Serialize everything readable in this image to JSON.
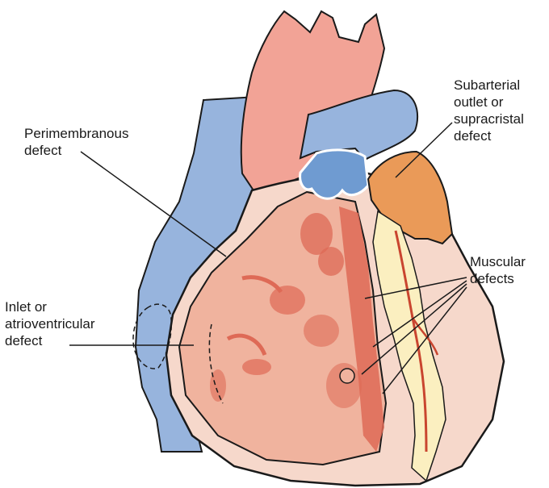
{
  "labels": {
    "perimembranous": {
      "line1": "Perimembranous",
      "line2": "defect"
    },
    "subarterial": {
      "line1": "Subarterial",
      "line2": "outlet or",
      "line3": "supracristal",
      "line4": "defect"
    },
    "muscular": {
      "line1": "Muscular",
      "line2": "defects"
    },
    "inlet": {
      "line1": "Inlet or",
      "line2": "atrioventricular",
      "line3": "defect"
    }
  },
  "colors": {
    "aorta": "#f2a396",
    "vena_cava": "#97b4dd",
    "pulmonary_valve": "#6f9bd1",
    "infundibulum": "#ea9a58",
    "ventricle_wall": "#f6d8cb",
    "ventricle_cavity": "#f0b39e",
    "muscle_red": "#de6a56",
    "conduction_yellow": "#fbefc0",
    "vessel_red": "#c9452f",
    "outline": "#1a1a1a"
  }
}
